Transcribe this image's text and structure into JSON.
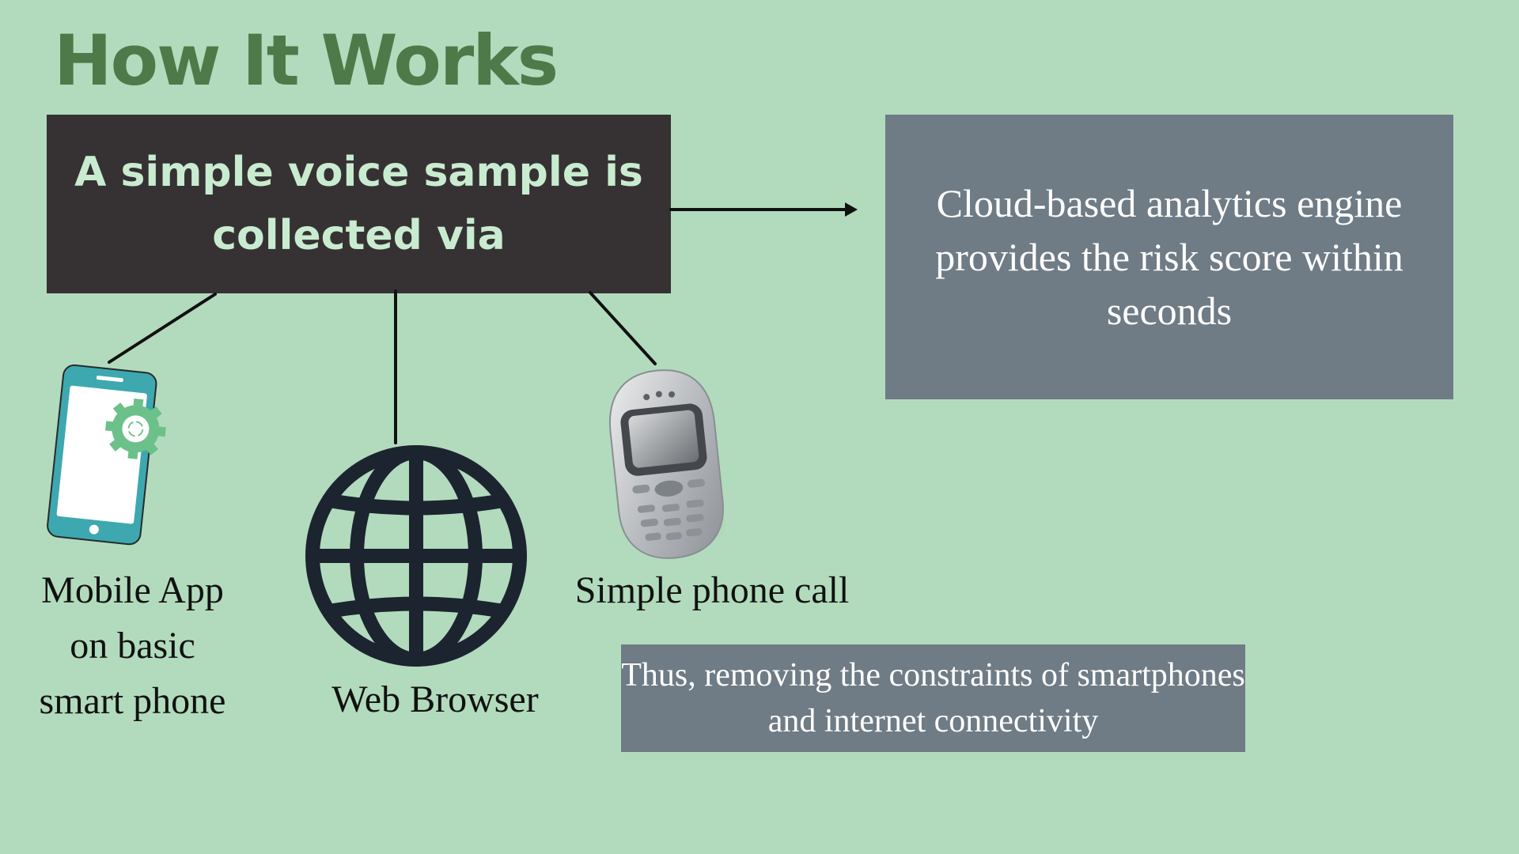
{
  "title": "How It Works",
  "source_box": {
    "text": "A simple voice sample is collected via"
  },
  "engine_box": {
    "text": "Cloud-based analytics engine provides the risk score within seconds"
  },
  "note_box": {
    "text": "Thus, removing the constraints of smartphones and internet connectivity"
  },
  "channels": [
    {
      "label": "Mobile App\non basic\nsmart phone",
      "icon": "smartphone-gear-icon"
    },
    {
      "label": "Web Browser",
      "icon": "globe-icon"
    },
    {
      "label": "Simple phone call",
      "icon": "feature-phone-icon"
    }
  ],
  "colors": {
    "background": "#b2dbbd",
    "title": "#4e7a49",
    "source_box": "#363233",
    "source_text": "#c9ecd0",
    "gray_box": "#6f7b85"
  }
}
